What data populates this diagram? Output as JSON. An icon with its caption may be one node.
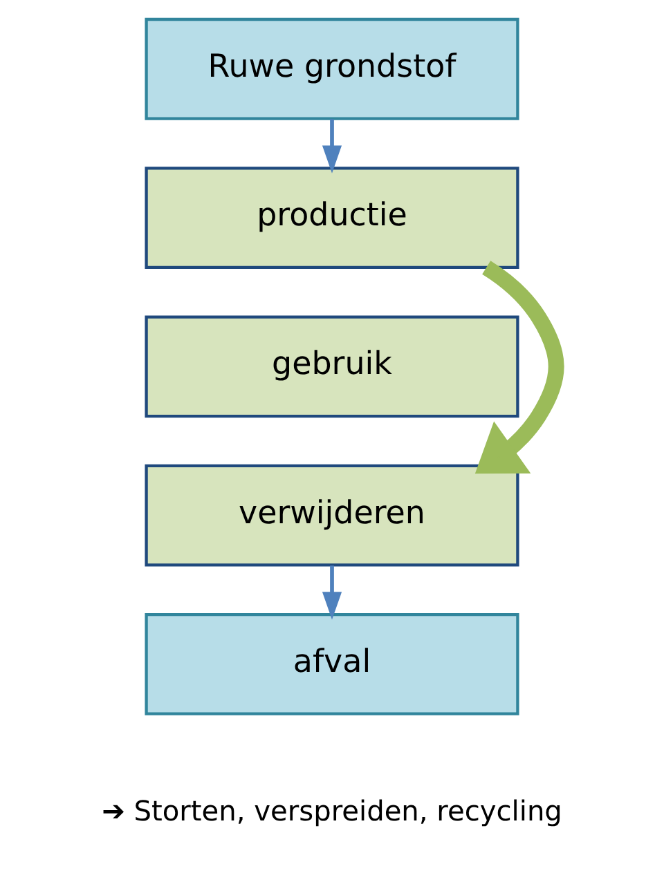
{
  "diagram": {
    "nodes": [
      {
        "text": [
          "Ruwe grondstof"
        ]
      },
      {
        "text": [
          "productie"
        ]
      },
      {
        "text": [
          "gebruik"
        ]
      },
      {
        "text": [
          "verwijderen"
        ]
      },
      {
        "text": [
          "afval"
        ]
      }
    ],
    "edges": [
      {
        "from": 0,
        "to": 1,
        "arrow": "to"
      },
      {
        "from": 1,
        "to": 3,
        "arrow": "to",
        "style": "thick",
        "color": "#9bbb59"
      },
      {
        "from": 3,
        "to": 4,
        "arrow": "to"
      }
    ],
    "labels": [
      "➔ Storten, verspreiden, recycling"
    ]
  }
}
